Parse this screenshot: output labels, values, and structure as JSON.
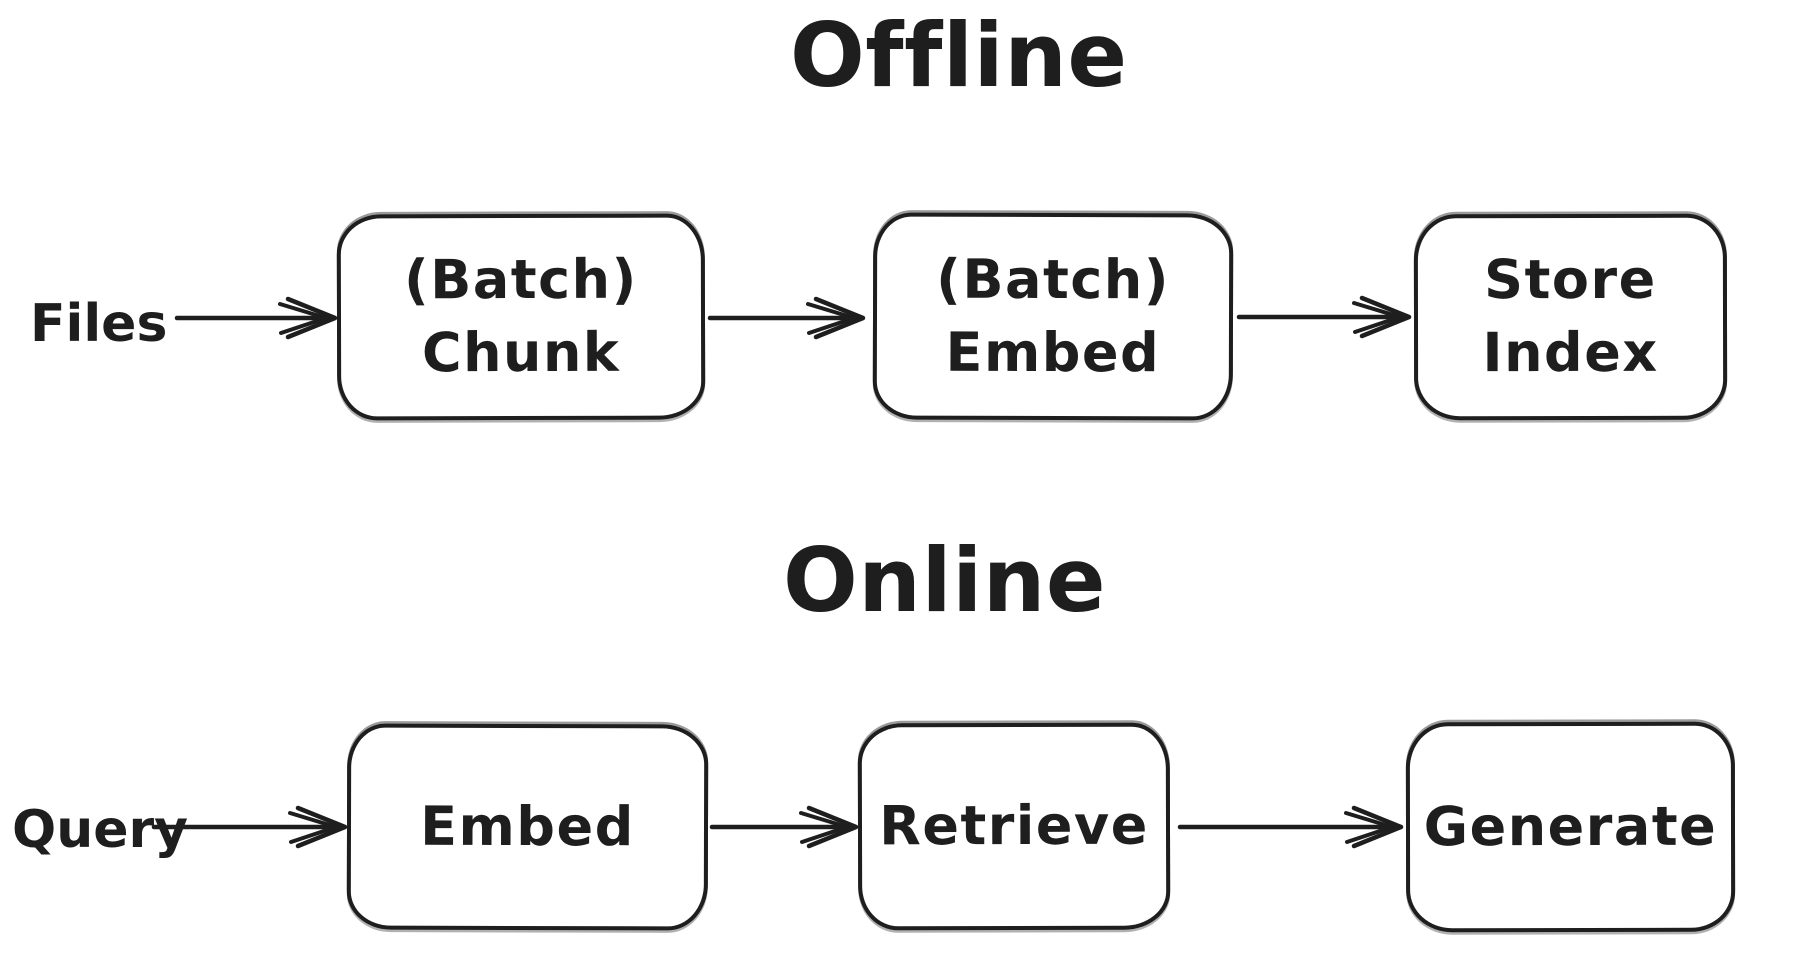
{
  "diagram": {
    "background": "#ffffff",
    "stroke_color": "#1e1e1e",
    "offline": {
      "title": "Offline",
      "source_label": "Files",
      "nodes": [
        {
          "line1": "(Batch)",
          "line2": "Chunk"
        },
        {
          "line1": "(Batch)",
          "line2": "Embed"
        },
        {
          "line1": "Store",
          "line2": "Index"
        }
      ]
    },
    "online": {
      "title": "Online",
      "source_label": "Query",
      "nodes": [
        {
          "label": "Embed"
        },
        {
          "label": "Retrieve"
        },
        {
          "label": "Generate"
        }
      ]
    }
  }
}
